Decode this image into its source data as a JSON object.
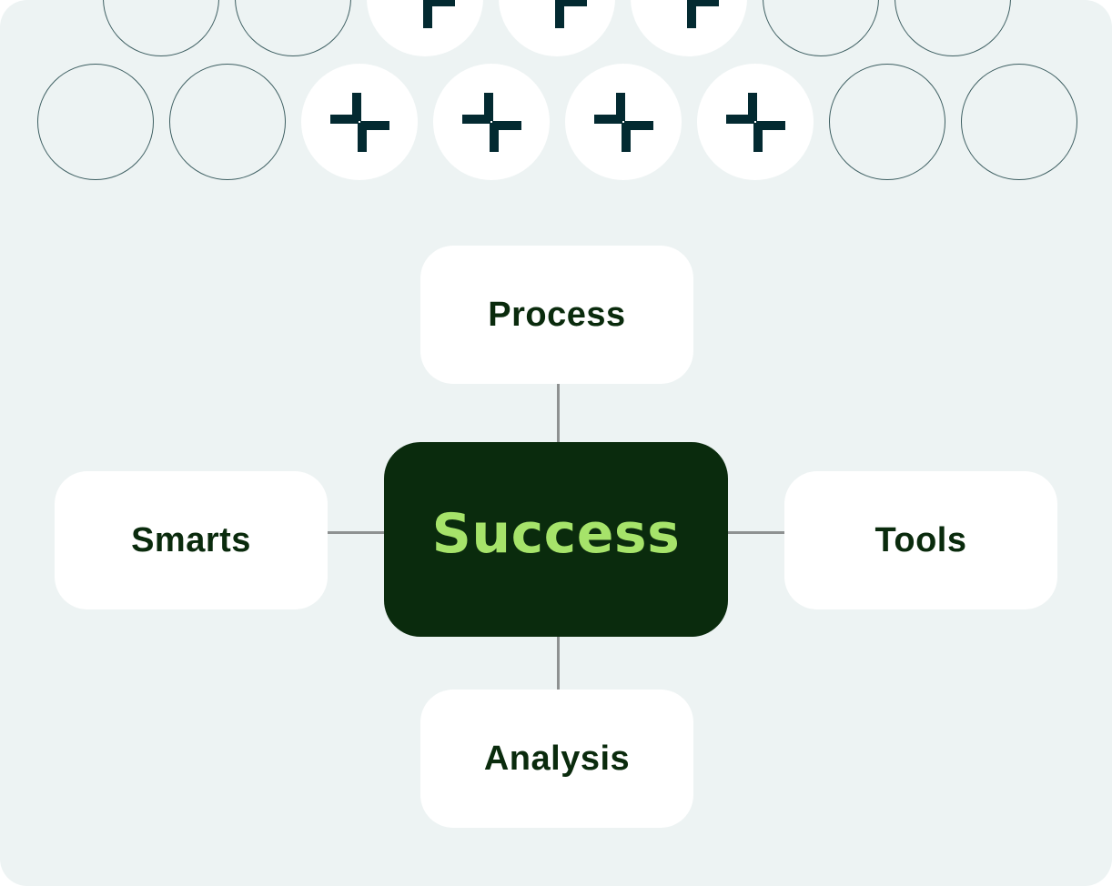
{
  "diagram": {
    "center": {
      "label": "Success"
    },
    "nodes": {
      "top": {
        "label": "Process"
      },
      "left": {
        "label": "Smarts"
      },
      "right": {
        "label": "Tools"
      },
      "bottom": {
        "label": "Analysis"
      }
    }
  },
  "colors": {
    "panel_background": "#EDF3F3",
    "center_fill": "#0A2B0D",
    "center_text": "#A6E36A",
    "node_fill": "#FFFFFF",
    "node_text": "#0A2B0D",
    "connector": "#8E9191",
    "circle_outline": "#3E5F62",
    "plus_icon": "#032A31"
  },
  "decoration": {
    "icon": "plus-offset-icon",
    "row1_pattern": [
      "outline",
      "outline",
      "filled",
      "filled",
      "filled",
      "outline",
      "outline"
    ],
    "row2_pattern": [
      "outline",
      "outline",
      "filled",
      "filled",
      "filled",
      "filled",
      "outline",
      "outline"
    ]
  }
}
